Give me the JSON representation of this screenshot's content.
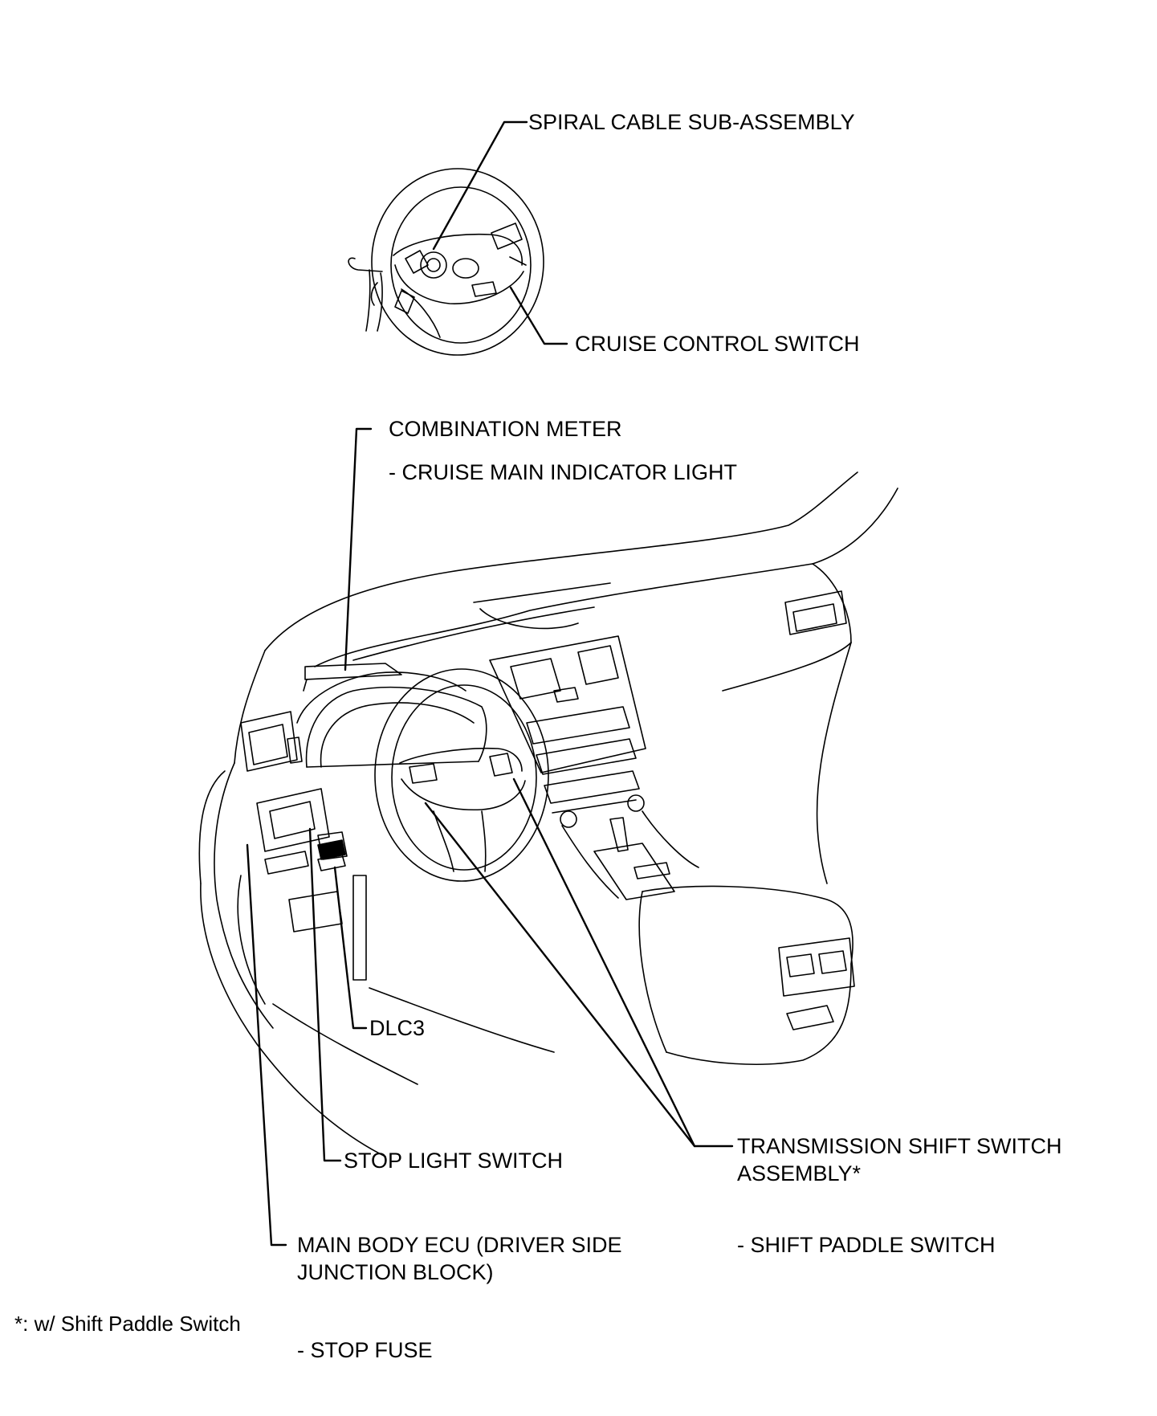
{
  "labels": {
    "spiral_cable": "SPIRAL CABLE SUB-ASSEMBLY",
    "cruise_control_switch": "CRUISE CONTROL SWITCH",
    "combination_meter": "COMBINATION METER",
    "cruise_main_indicator": "- CRUISE MAIN INDICATOR LIGHT",
    "dlc3": "DLC3",
    "stop_light_switch": "STOP LIGHT SWITCH",
    "transmission_shift_1": "TRANSMISSION SHIFT SWITCH",
    "transmission_shift_2": "ASSEMBLY*",
    "main_body_ecu_1": "MAIN BODY ECU (DRIVER SIDE",
    "main_body_ecu_2": "JUNCTION BLOCK)",
    "shift_paddle_switch": "- SHIFT PADDLE SWITCH",
    "stop_fuse": "- STOP FUSE",
    "footnote": "*: w/ Shift Paddle Switch"
  }
}
